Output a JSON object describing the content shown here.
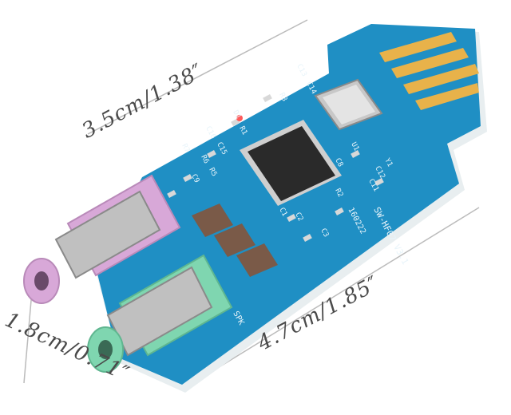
{
  "dimensions": {
    "width_label": "3.5cm/1.38″",
    "height_label": "1.8cm/0.71″",
    "length_label": "4.7cm/1.85″"
  },
  "board": {
    "silkscreen_model": "SW-HF07 V3.1",
    "silkscreen_date": "160222",
    "silkscreen_spk": "SPK",
    "silkscreen_refs": [
      "C13",
      "C14",
      "R3",
      "D1",
      "C16",
      "R7",
      "R6",
      "C15",
      "R5",
      "C9",
      "C8",
      "U1",
      "Y1",
      "R2",
      "C12",
      "C11",
      "C3",
      "C1",
      "C2",
      "R1"
    ]
  },
  "colors": {
    "pcb": "#1f8fc4",
    "pcb_dark": "#156f9c",
    "gold": "#e8b24a",
    "mic_jack": "#d8a8d8",
    "spk_jack": "#7fd6b0",
    "chip": "#2a2a2a",
    "capacitor": "#7a5a48"
  }
}
